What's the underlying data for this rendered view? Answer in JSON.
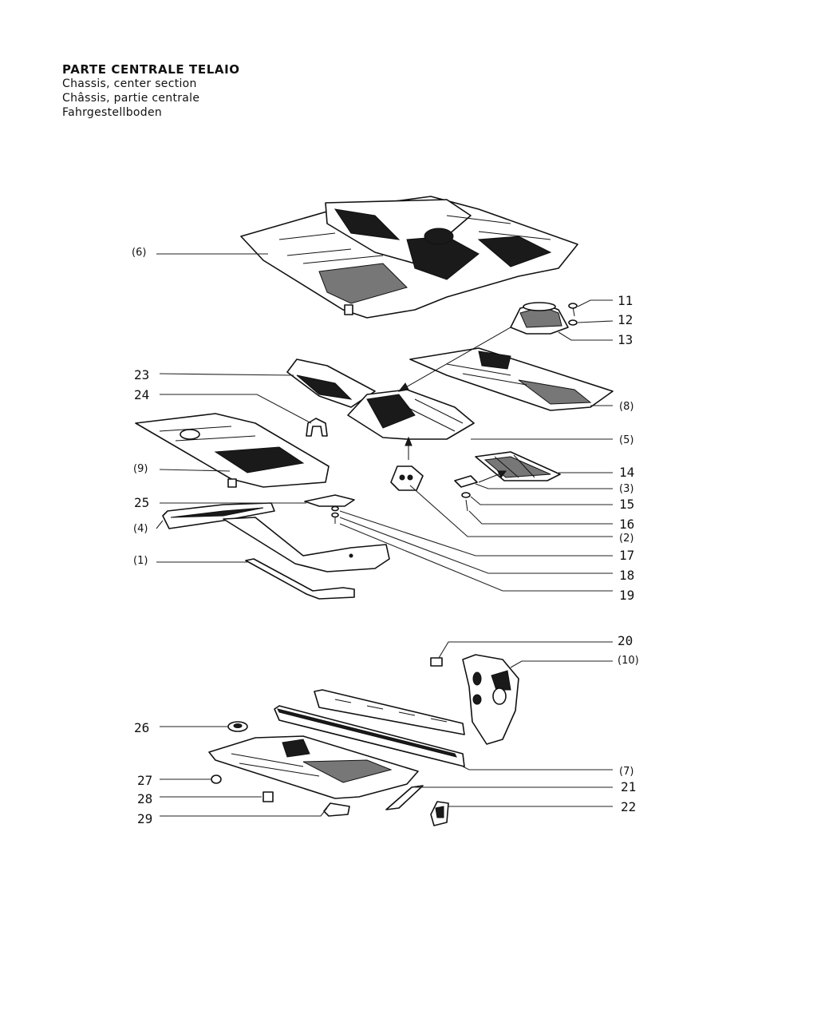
{
  "header": {
    "title": "PARTE CENTRALE TELAIO",
    "subtitle_en": "Chassis, center section",
    "subtitle_fr": "Châssis, partie centrale",
    "subtitle_de": "Fahrgestellboden"
  },
  "callouts": {
    "c6": "(6)",
    "c11": "11",
    "c12": "12",
    "c13": "13",
    "c23": "23",
    "c24": "24",
    "c8": "(8)",
    "c5": "(5)",
    "c9": "(9)",
    "c14": "14",
    "c3": "(3)",
    "c25": "25",
    "c15": "15",
    "c4": "(4)",
    "c16": "16",
    "c2": "(2)",
    "c1": "(1)",
    "c17": "17",
    "c18": "18",
    "c19": "19",
    "c20": "20",
    "c10": "(10)",
    "c26": "26",
    "c7": "(7)",
    "c27": "27",
    "c21": "21",
    "c28": "28",
    "c22": "22",
    "c29": "29"
  }
}
